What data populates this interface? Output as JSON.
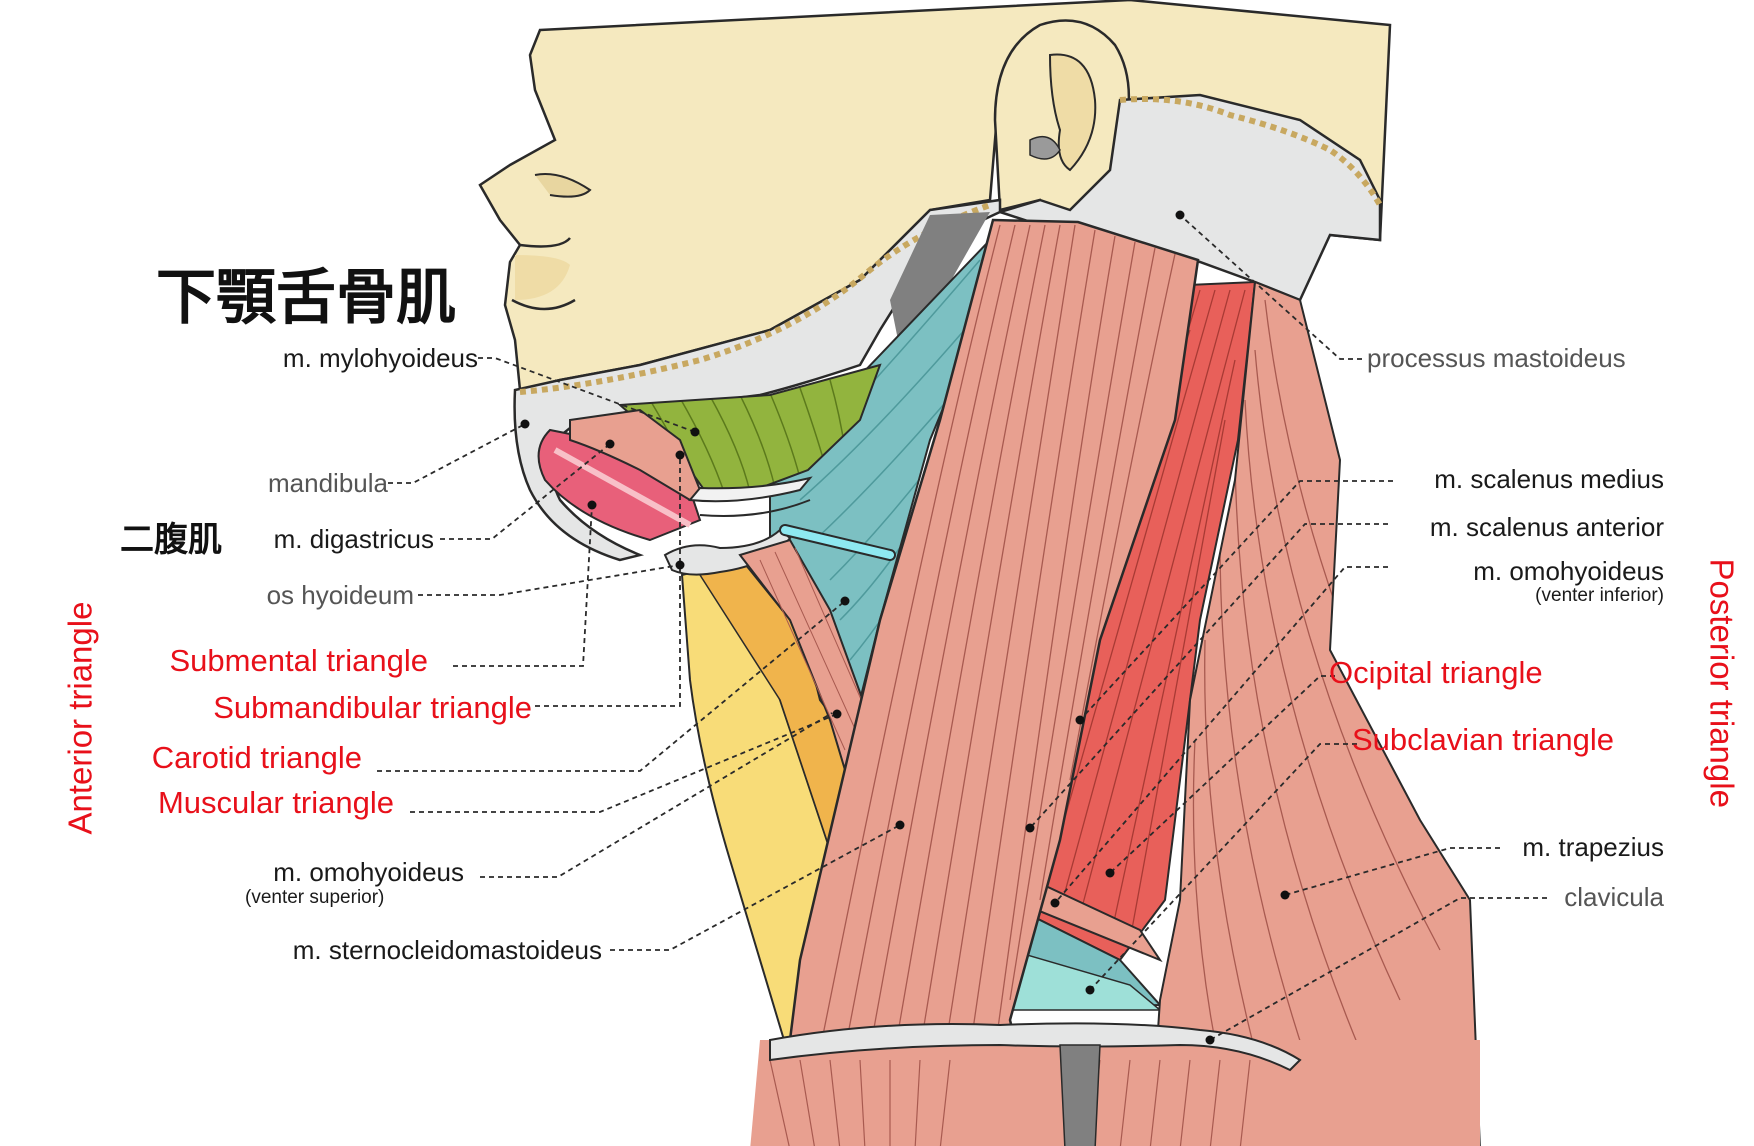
{
  "labels": {
    "cjk_mylohyoid": "下顎舌骨肌",
    "cjk_digastric": "二腹肌",
    "mylohyoideus": "m. mylohyoideus",
    "mandibula": "mandibula",
    "digastricus": "m. digastricus",
    "os_hyoideum": "os hyoideum",
    "submental_triangle": "Submental triangle",
    "submandibular_triangle": "Submandibular triangle",
    "carotid_triangle": "Carotid triangle",
    "muscular_triangle": "Muscular triangle",
    "omohyoideus_superior": "m. omohyoideus",
    "venter_superior": "(venter superior)",
    "sternocleidomastoideus": "m. sternocleidomastoideus",
    "processus_mastoideus": "processus mastoideus",
    "scalenus_medius": "m. scalenus medius",
    "scalenus_anterior": "m. scalenus anterior",
    "omohyoideus_inferior": "m. omohyoideus",
    "venter_inferior": "(venter inferior)",
    "ocipital_triangle": "Ocipital triangle",
    "subclavian_triangle": "Subclavian triangle",
    "trapezius": "m. trapezius",
    "clavicula": "clavicula",
    "anterior_triangle": "Anterior triangle",
    "posterior_triangle": "Posterior triangle"
  },
  "colors": {
    "skin": "#f5e9bf",
    "bone": "#e5e6e6",
    "muscle": "#e8a090",
    "muscle_dark": "#a85a50",
    "scalene": "#e8605a",
    "mylohyoid": "#92b43e",
    "digastric": "#e8607a",
    "teal": "#7cc0c2",
    "cyan": "#9ee0d8",
    "yellow": "#f8dc78",
    "orange": "#f0b44c",
    "label_red": "#e8101a",
    "label_grey": "#555555"
  }
}
